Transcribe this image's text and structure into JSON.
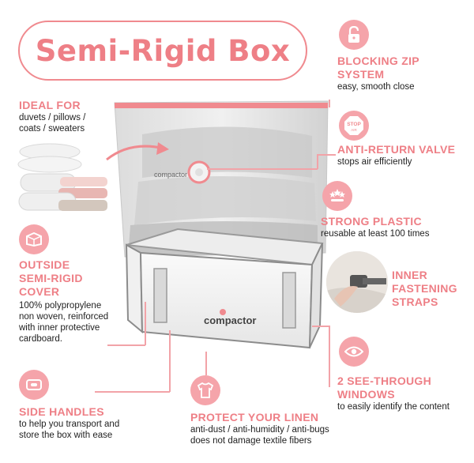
{
  "title": "Semi-Rigid Box",
  "brand_color": "#ee7f86",
  "features": {
    "blocking_zip": {
      "title_line1": "BLOCKING ZIP",
      "title_line2": "SYSTEM",
      "desc": "easy, smooth close",
      "icon": "padlock-icon"
    },
    "anti_return": {
      "title": "ANTI-RETURN VALVE",
      "desc": "stops air efficiently",
      "icon": "stop-sign-icon",
      "icon_text": "STOP",
      "icon_subtext": "AIR"
    },
    "strong_plastic": {
      "title": "STRONG PLASTIC",
      "desc": "reusable at least 100 times",
      "icon": "stars-icon"
    },
    "straps": {
      "line1": "INNER",
      "line2": "FASTENING",
      "line3": "STRAPS"
    },
    "windows": {
      "title_line1": "2 SEE-THROUGH",
      "title_line2": "WINDOWS",
      "desc": "to easily identify the content",
      "icon": "eye-icon"
    },
    "ideal_for": {
      "title": "IDEAL FOR",
      "line1": "duvets / pillows /",
      "line2": "coats / sweaters"
    },
    "outside": {
      "title_line1": "OUTSIDE",
      "title_line2": "SEMI-RIGID",
      "title_line3": "COVER",
      "line1": "100% polypropylene",
      "line2": "non woven, reinforced",
      "line3": "with inner protective",
      "line4": "cardboard.",
      "icon": "box-icon"
    },
    "side_handles": {
      "title": "SIDE HANDLES",
      "line1": "to help you transport and",
      "line2": "store the box with ease",
      "icon": "handle-icon"
    },
    "protect": {
      "title": "PROTECT YOUR LINEN",
      "line1": "anti-dust / anti-humidity / anti-bugs",
      "line2": "does not damage textile fibers",
      "icon": "shirt-icon"
    }
  },
  "brand_label": "compactor"
}
